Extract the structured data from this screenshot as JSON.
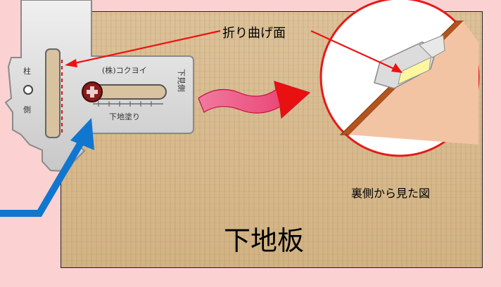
{
  "board_label": "下地板",
  "fold_surface_label": "折り曲げ面",
  "back_view_caption": "裏側から見た図",
  "jig": {
    "company": "(株)コクヨイ",
    "side_left_top": "柱",
    "side_left_bottom": "側",
    "side_right": "下見側",
    "scale_label": "下地塗り"
  },
  "colors": {
    "background": "#fbd1d1",
    "arrow_red": "#ee1111",
    "arrow_blue": "#1176d0",
    "screw": "#8b1a1a",
    "board_edge": "#b4541c",
    "board_face": "#f3c4a4"
  }
}
